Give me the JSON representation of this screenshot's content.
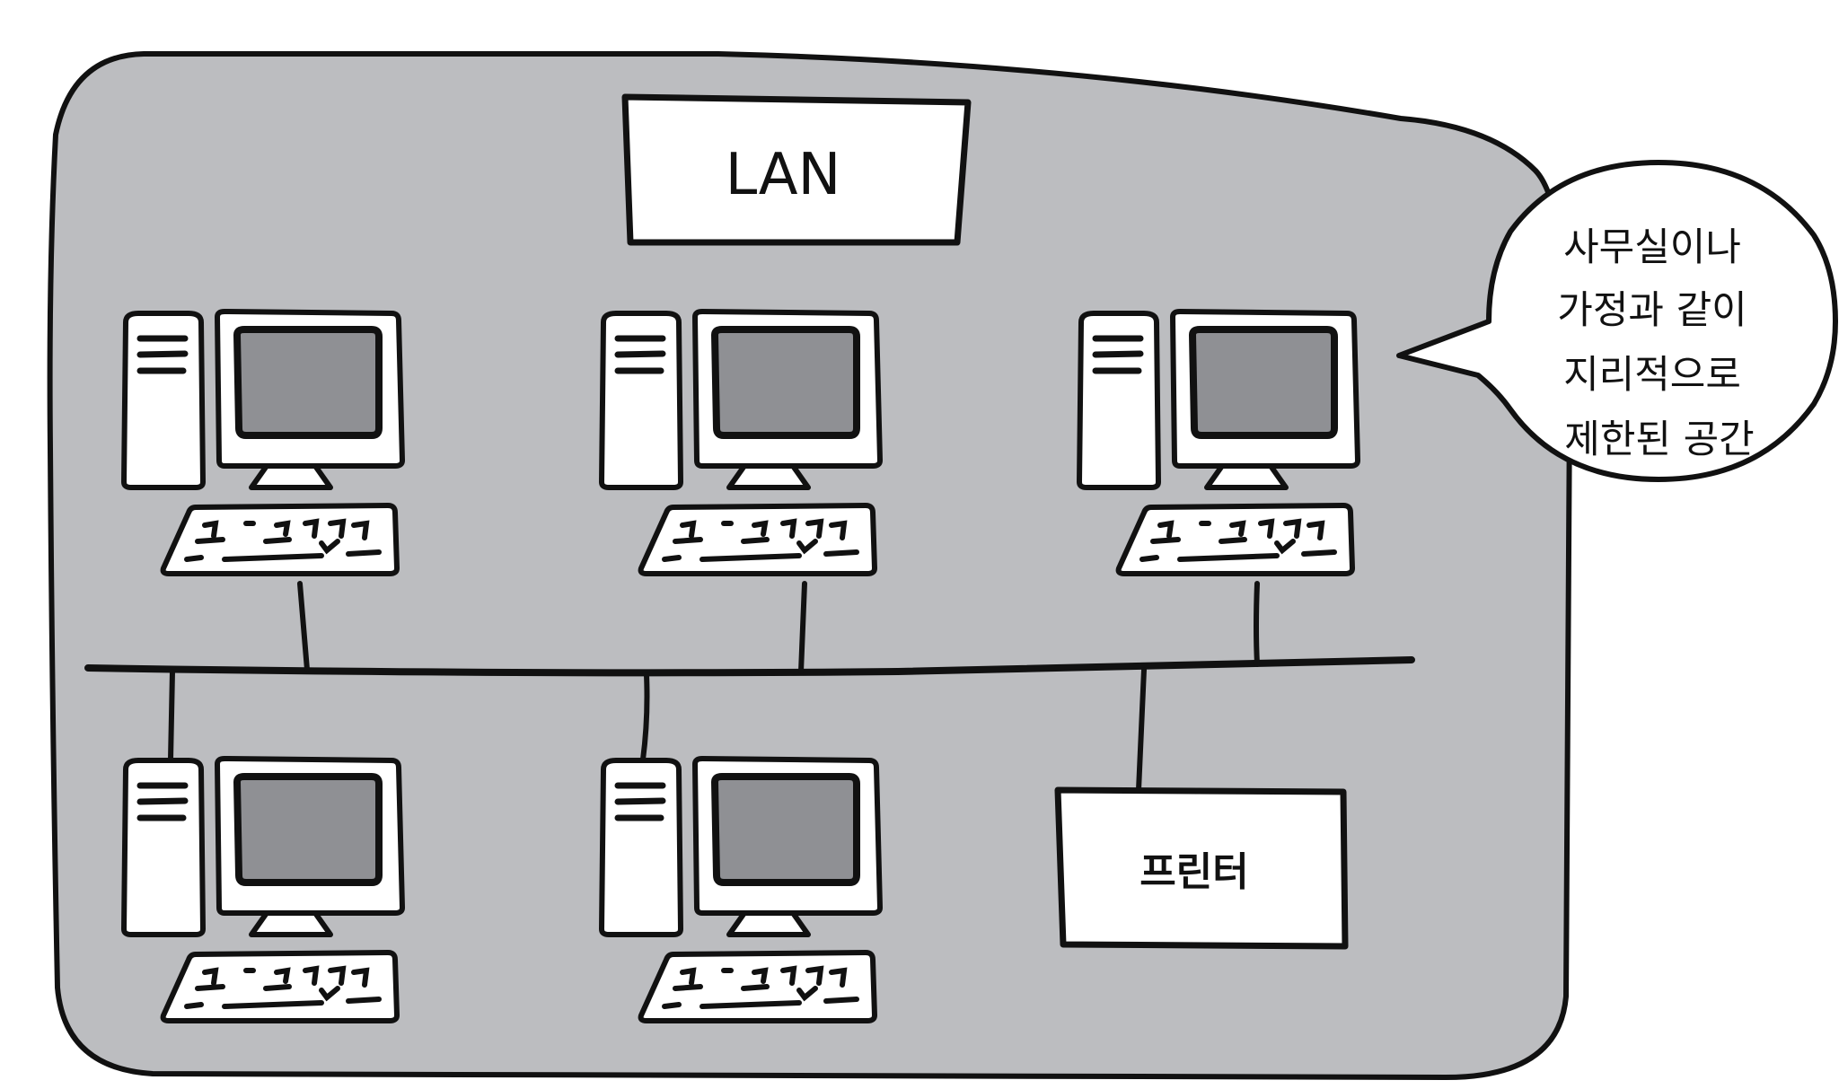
{
  "diagram": {
    "title_box": {
      "label": "LAN"
    },
    "printer": {
      "label": "프린터"
    },
    "callout": {
      "lines": [
        "사무실이나",
        "가정과 같이",
        "지리적으로",
        "제한된 공간"
      ]
    },
    "computers": [
      {
        "name": "computer-1"
      },
      {
        "name": "computer-2"
      },
      {
        "name": "computer-3"
      },
      {
        "name": "computer-4"
      },
      {
        "name": "computer-5"
      }
    ],
    "colors": {
      "area_fill": "#bcbdc0",
      "screen_fill": "#8f9094",
      "line": "#111111",
      "box_fill": "#ffffff"
    }
  }
}
